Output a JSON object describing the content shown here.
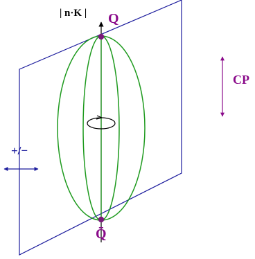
{
  "labels": {
    "axis": "| n·K |",
    "top_charge": "Q",
    "bottom_charge": "Q̄",
    "cp": "CP",
    "plus_minus": "+/−"
  },
  "colors": {
    "plane": "#1a1a9c",
    "field_lines": "#1e9a1e",
    "axis": "#000000",
    "charge_text": "#8a0a8a",
    "charge_dot": "#7a1a7a",
    "cp": "#8a0a8a",
    "plus_minus": "#1a1a9c"
  },
  "icons": [
    "rotation-arrow-icon",
    "cp-double-arrow-icon",
    "horizontal-double-arrow-icon",
    "up-arrow-icon"
  ]
}
